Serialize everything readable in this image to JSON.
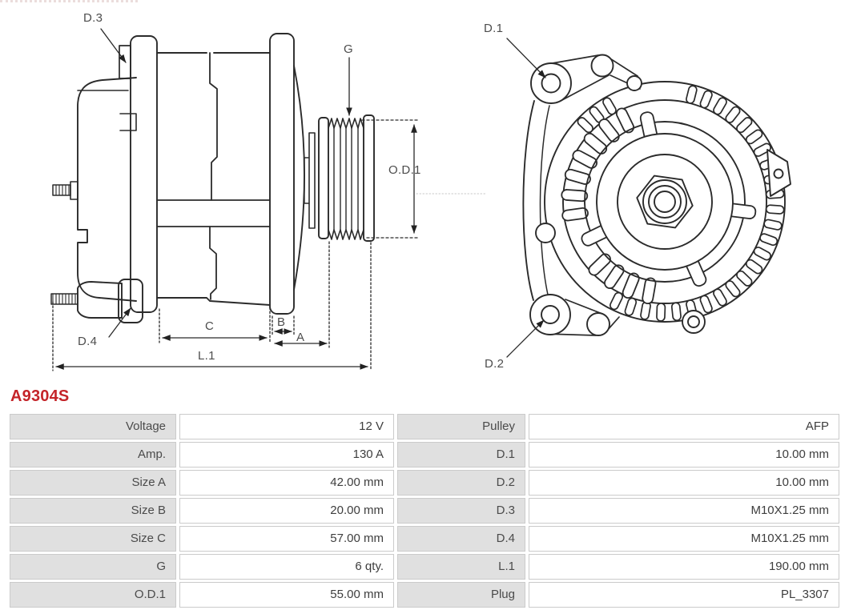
{
  "part_number": "A9304S",
  "diagram": {
    "side_view_labels": {
      "d3": "D.3",
      "g": "G",
      "od1": "O.D.1",
      "d4": "D.4",
      "size_c": "C",
      "size_b": "B",
      "size_a": "A",
      "l1": "L.1"
    },
    "front_view_labels": {
      "d1": "D.1",
      "d2": "D.2"
    }
  },
  "spec_table": {
    "rows": [
      {
        "l1": "Voltage",
        "v1": "12 V",
        "l2": "Pulley",
        "v2": "AFP"
      },
      {
        "l1": "Amp.",
        "v1": "130 A",
        "l2": "D.1",
        "v2": "10.00 mm"
      },
      {
        "l1": "Size A",
        "v1": "42.00 mm",
        "l2": "D.2",
        "v2": "10.00 mm"
      },
      {
        "l1": "Size B",
        "v1": "20.00 mm",
        "l2": "D.3",
        "v2": "M10X1.25 mm"
      },
      {
        "l1": "Size C",
        "v1": "57.00 mm",
        "l2": "D.4",
        "v2": "M10X1.25 mm"
      },
      {
        "l1": "G",
        "v1": "6 qty.",
        "l2": "L.1",
        "v2": "190.00 mm"
      },
      {
        "l1": "O.D.1",
        "v1": "55.00 mm",
        "l2": "Plug",
        "v2": "PL_3307"
      }
    ]
  },
  "colors": {
    "accent_red": "#c42429",
    "line_art": "#2b2b2b",
    "table_label_bg": "#e0e0e0",
    "table_border": "#cbcbcb"
  }
}
